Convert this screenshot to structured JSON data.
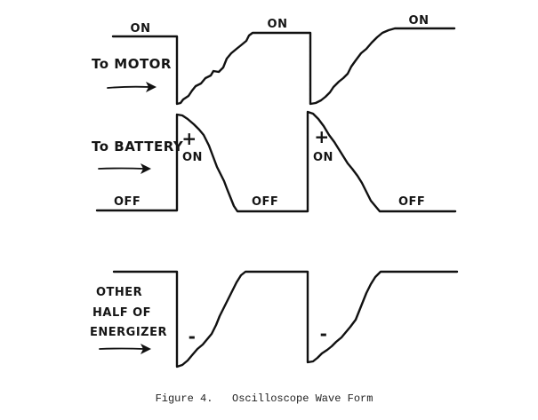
{
  "top_trace": {
    "label": "To MOTOR",
    "on_labels": [
      "ON",
      "ON",
      "ON"
    ]
  },
  "middle_trace": {
    "label": "To BATTERY",
    "plus_signs": [
      "+",
      "+"
    ],
    "on_labels": [
      "ON",
      "ON"
    ],
    "off_labels": [
      "OFF",
      "OFF",
      "OFF"
    ]
  },
  "bottom_trace": {
    "label_lines": [
      "OTHER",
      "HALF OF",
      "ENERGIZER"
    ],
    "minus_signs": [
      "-",
      "-"
    ]
  },
  "caption": "Figure 4.   Oscilloscope Wave Form",
  "colors": {
    "ink": "#111111",
    "paper": "#ffffff"
  }
}
